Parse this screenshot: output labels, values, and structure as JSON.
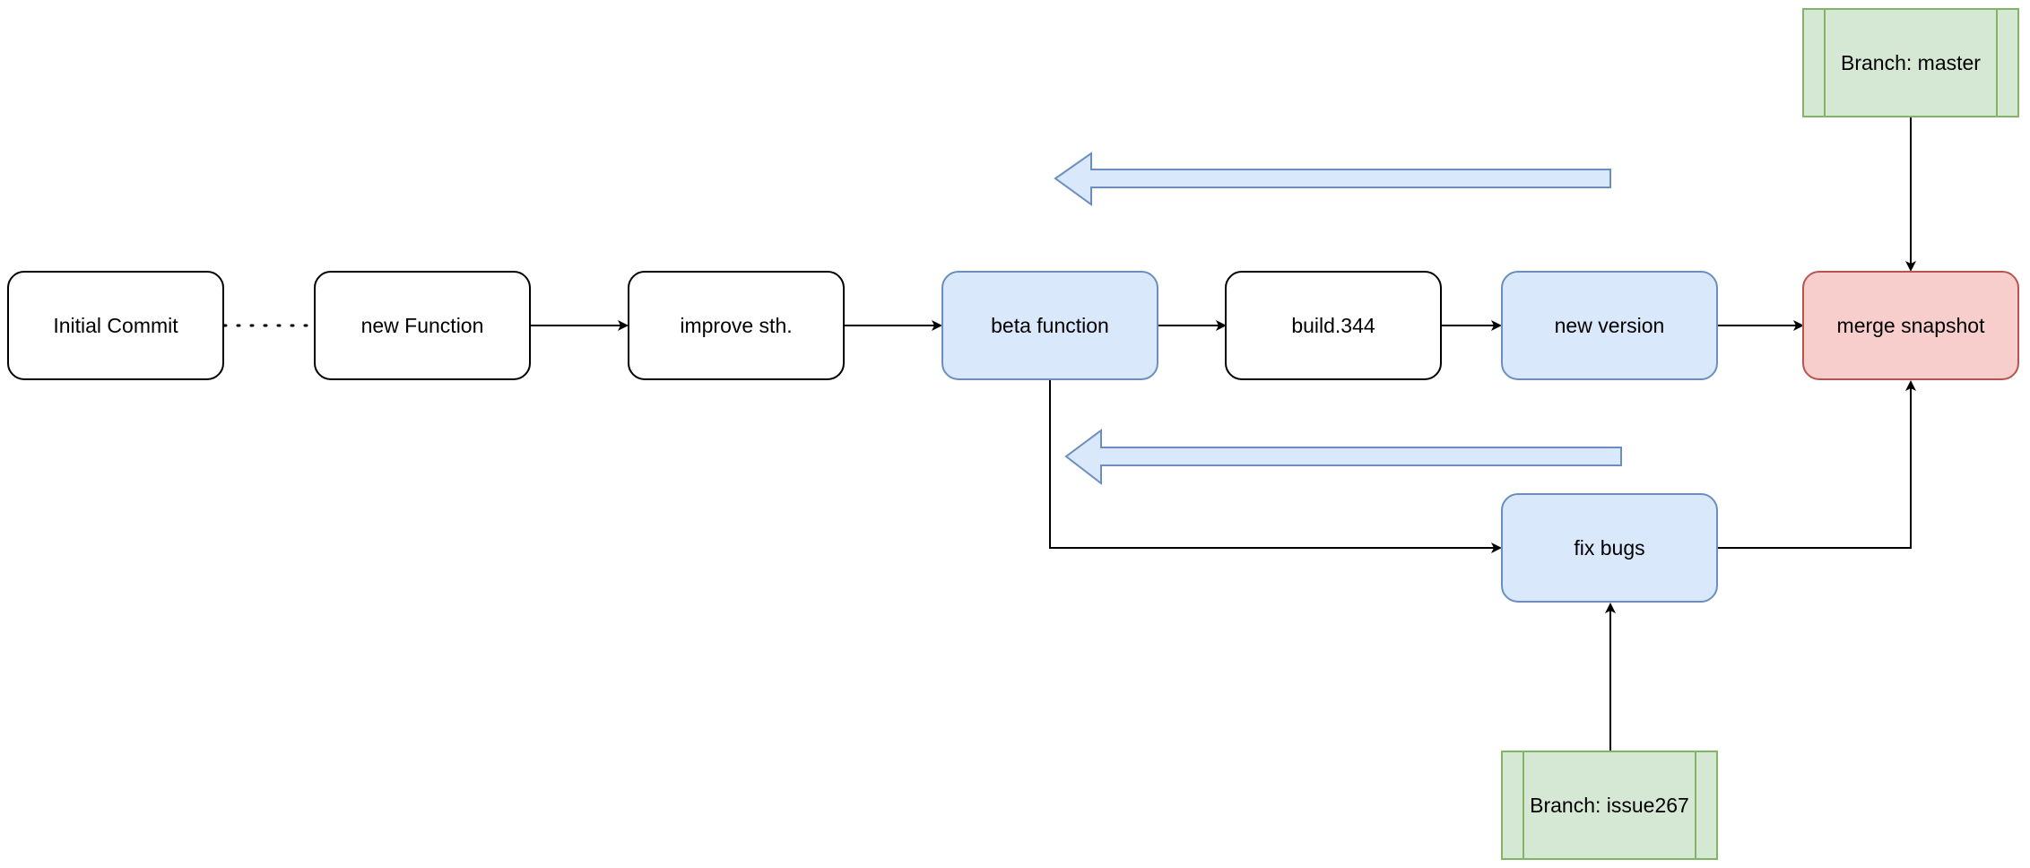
{
  "nodes": {
    "initial_commit": "Initial Commit",
    "new_function": "new Function",
    "improve": "improve sth.",
    "beta_function": "beta function",
    "build": "build.344",
    "new_version": "new version",
    "merge_snapshot": "merge snapshot",
    "fix_bugs": "fix bugs"
  },
  "branches": {
    "master": "Branch: master",
    "issue": "Branch: issue267"
  },
  "colors": {
    "stroke": "#000000",
    "blue_fill": "#dae8fc",
    "blue_stroke": "#6c8ebf",
    "red_fill": "#f8cecc",
    "red_stroke": "#b85450",
    "green_fill": "#d5e8d4",
    "green_stroke": "#82b366"
  }
}
